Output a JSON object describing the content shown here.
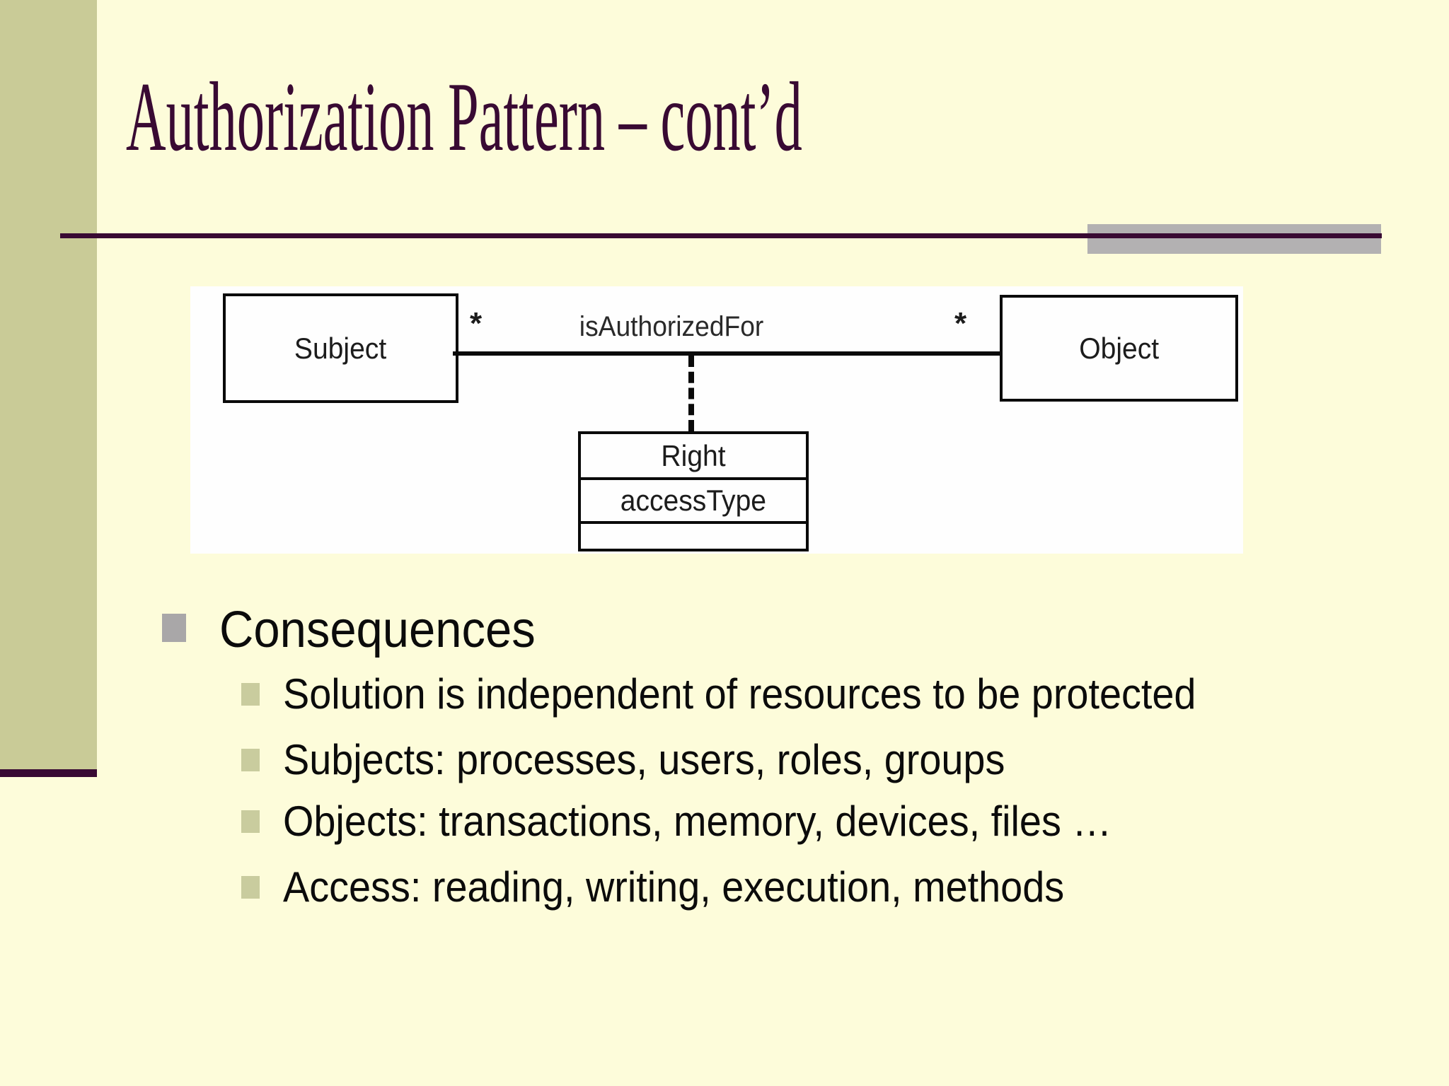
{
  "slide": {
    "title": "Authorization Pattern – cont’d"
  },
  "colors": {
    "background": "#FDFCDA",
    "sidebar_olive": "#C9CB97",
    "accent_maroon": "#390A33",
    "gray_bar": "#B3B1B2",
    "bullet_level1_gray": "#A9A7A8",
    "bullet_level2_olive": "#C9CC9E",
    "diagram_background": "#FEFEFE",
    "diagram_line": "#0A0A0A"
  },
  "diagram": {
    "subject_class": "Subject",
    "object_class": "Object",
    "association_label": "isAuthorizedFor",
    "subject_multiplicity": "*",
    "object_multiplicity": "*",
    "association_class": "Right",
    "association_class_attribute": "accessType"
  },
  "bullets": {
    "heading": "Consequences",
    "items": [
      "Solution is independent of resources to be protected",
      "Subjects: processes, users, roles, groups",
      "Objects: transactions, memory, devices, files …",
      "Access: reading, writing, execution, methods"
    ]
  }
}
